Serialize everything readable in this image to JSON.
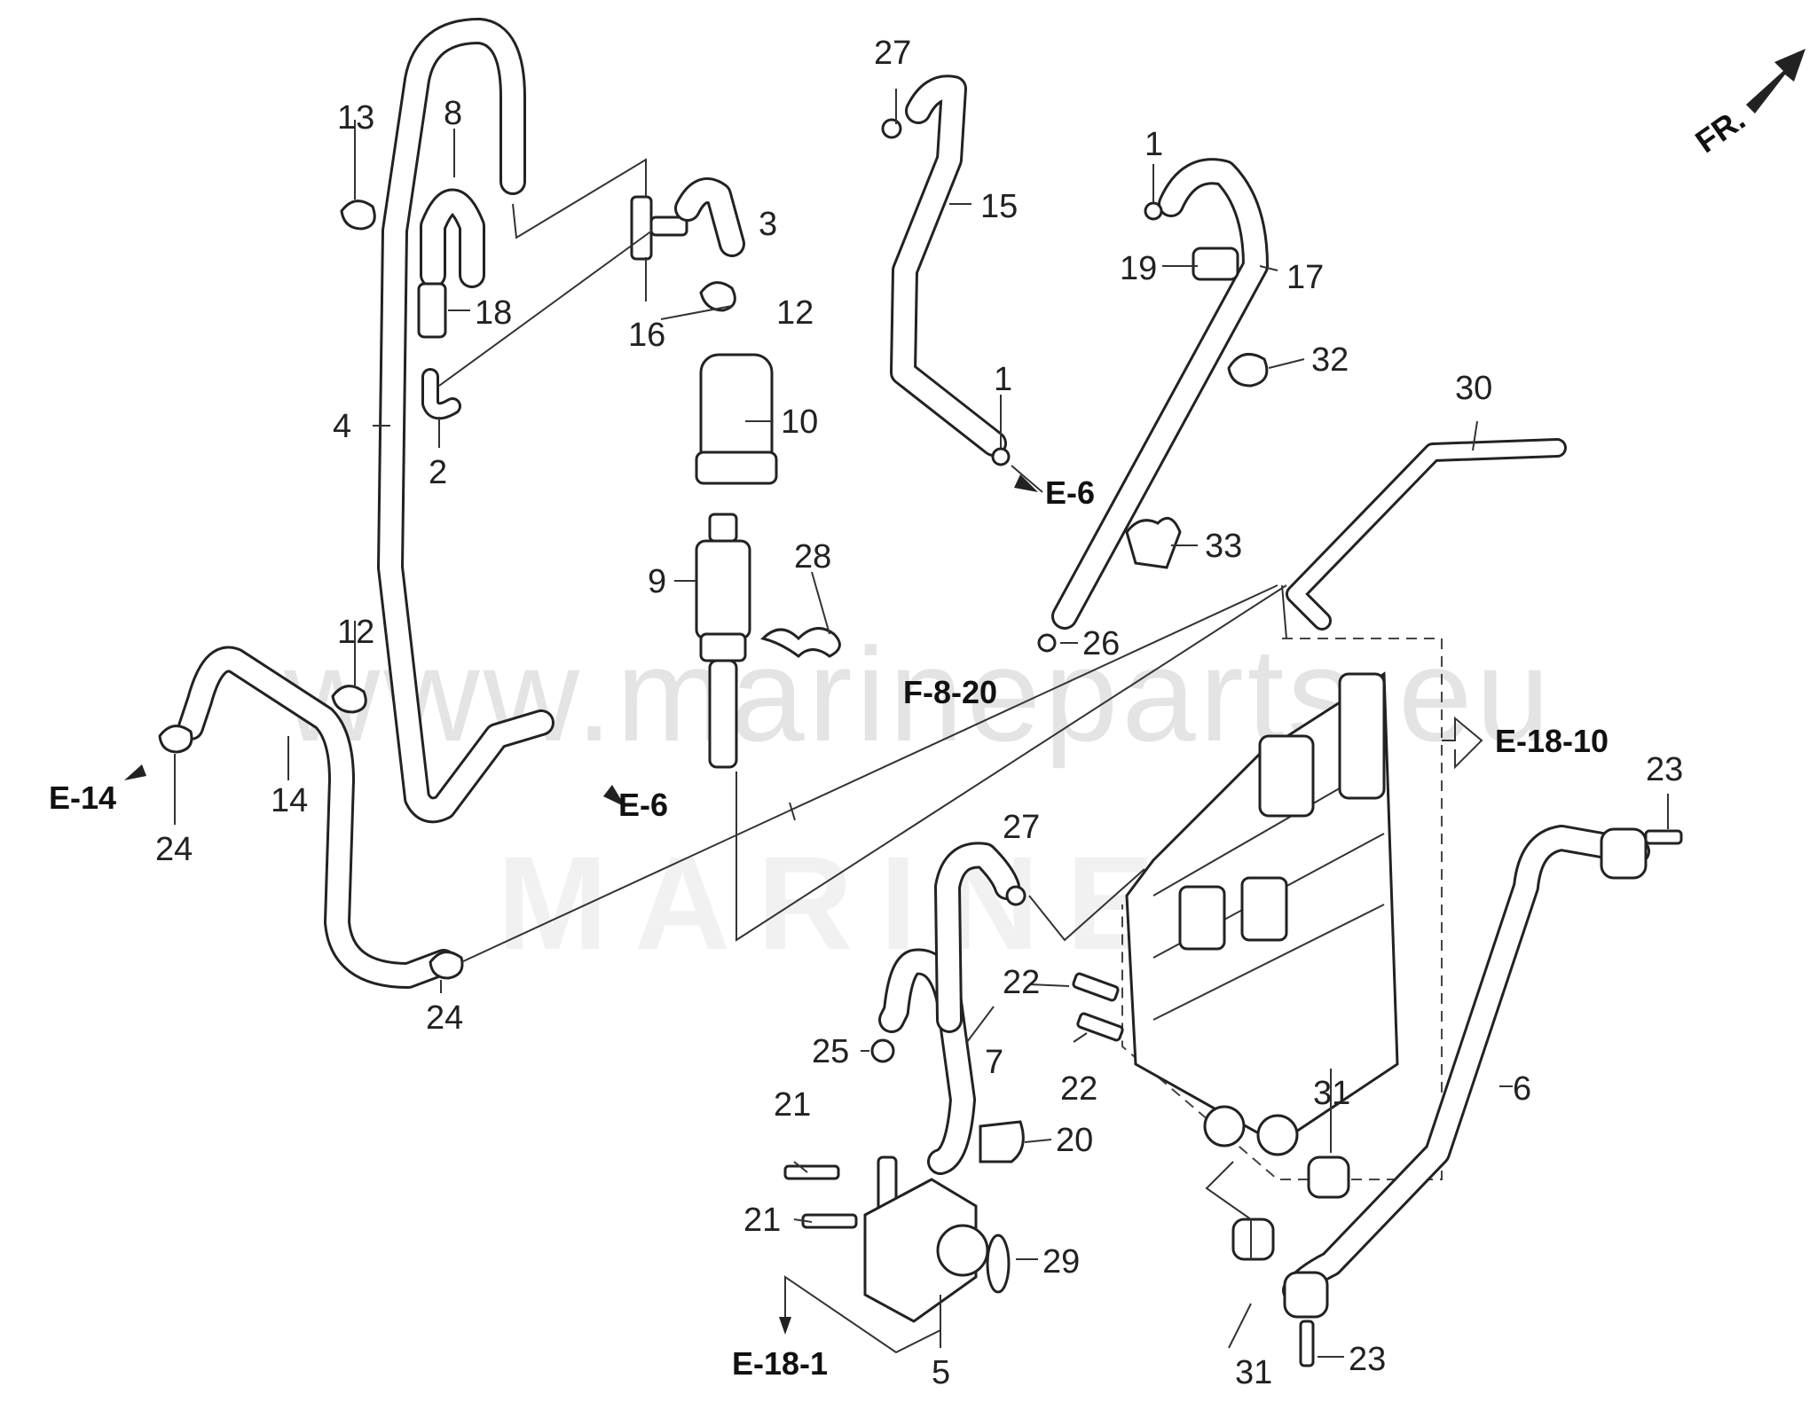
{
  "watermark": {
    "line1": "www.marineparts.eu",
    "line2": "MARINE"
  },
  "direction_label": "FR.",
  "refs": {
    "e14": "E-14",
    "e6_top": "E-6",
    "e6_left": "E-6",
    "f8": "F-8-20",
    "e18_10": "E-18-10",
    "e18_1": "E-18-1"
  },
  "callouts": {
    "c1a": "1",
    "c1b": "1",
    "c2": "2",
    "c3": "3",
    "c4": "4",
    "c5": "5",
    "c6": "6",
    "c7": "7",
    "c8": "8",
    "c9": "9",
    "c10": "10",
    "c12a": "12",
    "c12b": "12",
    "c13": "13",
    "c14": "14",
    "c15": "15",
    "c16": "16",
    "c17": "17",
    "c18": "18",
    "c19": "19",
    "c20": "20",
    "c21a": "21",
    "c21b": "21",
    "c22a": "22",
    "c22b": "22",
    "c23a": "23",
    "c23b": "23",
    "c24a": "24",
    "c24b": "24",
    "c25": "25",
    "c26": "26",
    "c27a": "27",
    "c27b": "27",
    "c28": "28",
    "c29": "29",
    "c30": "30",
    "c31a": "31",
    "c31b": "31",
    "c32": "32",
    "c33": "33"
  }
}
